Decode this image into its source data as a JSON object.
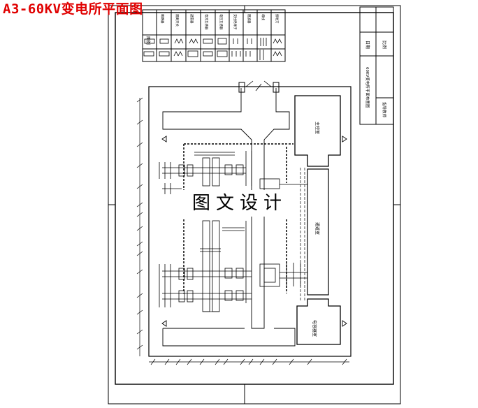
{
  "title": "A3-60KV变电所平面图",
  "watermark": "图文设计",
  "rooms": {
    "main_control": "主控室",
    "capacitor": "电容器室",
    "corridor": "通道室"
  },
  "title_block": {
    "drawing_name": "60KV变电所平面布置图",
    "date_label": "日期",
    "scale_label": "比例",
    "drawer_label": "指导教师"
  },
  "legend": {
    "header": "图例",
    "columns": [
      "断路器",
      "隔离开关",
      "避雷器",
      "电流互感器",
      "电压互感器",
      "支柱绝缘子",
      "阻波器",
      "母线",
      "接地刀"
    ]
  }
}
